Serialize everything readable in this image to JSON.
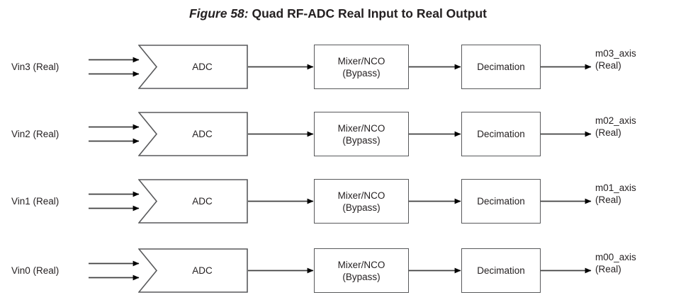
{
  "title": {
    "label": "Figure 58:",
    "caption": "Quad RF-ADC Real Input to Real Output"
  },
  "colors": {
    "text": "#231f20",
    "stroke": "#58595b",
    "wire": "#404040",
    "background": "#ffffff"
  },
  "blocks": {
    "adc": "ADC",
    "mixer_line1": "Mixer/NCO",
    "mixer_line2": "(Bypass)",
    "decimation": "Decimation"
  },
  "rows": [
    {
      "input_label": "Vin3 (Real)",
      "output_line1": "m03_axis",
      "output_line2": "(Real)"
    },
    {
      "input_label": "Vin2 (Real)",
      "output_line1": "m02_axis",
      "output_line2": "(Real)"
    },
    {
      "input_label": "Vin1 (Real)",
      "output_line1": "m01_axis",
      "output_line2": "(Real)"
    },
    {
      "input_label": "Vin0 (Real)",
      "output_line1": "m00_axis",
      "output_line2": "(Real)"
    }
  ]
}
